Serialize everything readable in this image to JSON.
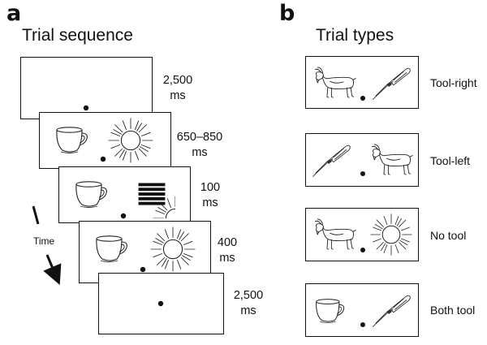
{
  "panel_a": {
    "letter": "a",
    "title": "Trial sequence",
    "time_label": "Time",
    "frames": [
      {
        "id": "blank-start",
        "content": "fixation",
        "duration_value": "2,500",
        "duration_unit": "ms"
      },
      {
        "id": "cue",
        "content": "cup-sun",
        "duration_value": "650–850",
        "duration_unit": "ms"
      },
      {
        "id": "mask",
        "content": "cup-sun-masked",
        "duration_value": "100",
        "duration_unit": "ms"
      },
      {
        "id": "target",
        "content": "cup-sun",
        "duration_value": "400",
        "duration_unit": "ms"
      },
      {
        "id": "blank-end",
        "content": "fixation",
        "duration_value": "2,500",
        "duration_unit": "ms"
      }
    ]
  },
  "panel_b": {
    "letter": "b",
    "title": "Trial types",
    "types": [
      {
        "label": "Tool-right",
        "left": "goat-icon",
        "right": "screwdriver-icon"
      },
      {
        "label": "Tool-left",
        "left": "screwdriver-icon",
        "right": "goat-icon"
      },
      {
        "label": "No tool",
        "left": "goat-icon",
        "right": "sun-icon"
      },
      {
        "label": "Both tool",
        "left": "cup-icon",
        "right": "screwdriver-icon"
      }
    ]
  },
  "colors": {
    "ink": "#111111",
    "background": "#ffffff"
  }
}
